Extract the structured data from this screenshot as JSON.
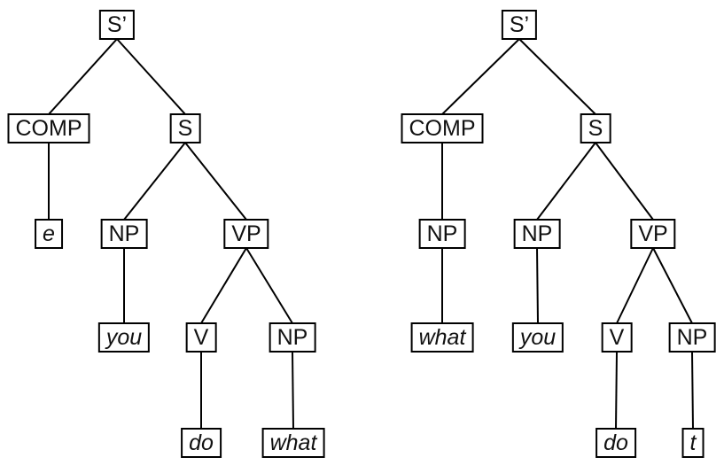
{
  "figure": {
    "background_color": "#ffffff",
    "box_border_color": "#000000",
    "edge_line_color": "#000000",
    "trees": [
      {
        "position": "left",
        "nodes": [
          {
            "id": "sp",
            "label": "S’",
            "type": "category"
          },
          {
            "id": "comp",
            "label": "COMP",
            "type": "category"
          },
          {
            "id": "s",
            "label": "S",
            "type": "category"
          },
          {
            "id": "e",
            "label": "e",
            "type": "terminal"
          },
          {
            "id": "np1",
            "label": "NP",
            "type": "category"
          },
          {
            "id": "vp",
            "label": "VP",
            "type": "category"
          },
          {
            "id": "you",
            "label": "you",
            "type": "terminal"
          },
          {
            "id": "v",
            "label": "V",
            "type": "category"
          },
          {
            "id": "np2",
            "label": "NP",
            "type": "category"
          },
          {
            "id": "do",
            "label": "do",
            "type": "terminal"
          },
          {
            "id": "what",
            "label": "what",
            "type": "terminal"
          }
        ],
        "edges": [
          {
            "from": "sp",
            "to": "comp"
          },
          {
            "from": "sp",
            "to": "s"
          },
          {
            "from": "comp",
            "to": "e"
          },
          {
            "from": "s",
            "to": "np1"
          },
          {
            "from": "s",
            "to": "vp"
          },
          {
            "from": "np1",
            "to": "you"
          },
          {
            "from": "vp",
            "to": "v"
          },
          {
            "from": "vp",
            "to": "np2"
          },
          {
            "from": "v",
            "to": "do"
          },
          {
            "from": "np2",
            "to": "what"
          }
        ]
      },
      {
        "position": "right",
        "nodes": [
          {
            "id": "sp",
            "label": "S’",
            "type": "category"
          },
          {
            "id": "comp",
            "label": "COMP",
            "type": "category"
          },
          {
            "id": "s",
            "label": "S",
            "type": "category"
          },
          {
            "id": "np0",
            "label": "NP",
            "type": "category"
          },
          {
            "id": "np1",
            "label": "NP",
            "type": "category"
          },
          {
            "id": "vp",
            "label": "VP",
            "type": "category"
          },
          {
            "id": "what",
            "label": "what",
            "type": "terminal"
          },
          {
            "id": "you",
            "label": "you",
            "type": "terminal"
          },
          {
            "id": "v",
            "label": "V",
            "type": "category"
          },
          {
            "id": "np2",
            "label": "NP",
            "type": "category"
          },
          {
            "id": "do",
            "label": "do",
            "type": "terminal"
          },
          {
            "id": "t",
            "label": "t",
            "type": "terminal"
          }
        ],
        "edges": [
          {
            "from": "sp",
            "to": "comp"
          },
          {
            "from": "sp",
            "to": "s"
          },
          {
            "from": "comp",
            "to": "np0"
          },
          {
            "from": "np0",
            "to": "what"
          },
          {
            "from": "s",
            "to": "np1"
          },
          {
            "from": "s",
            "to": "vp"
          },
          {
            "from": "np1",
            "to": "you"
          },
          {
            "from": "vp",
            "to": "v"
          },
          {
            "from": "vp",
            "to": "np2"
          },
          {
            "from": "v",
            "to": "do"
          },
          {
            "from": "np2",
            "to": "t"
          }
        ]
      }
    ]
  }
}
